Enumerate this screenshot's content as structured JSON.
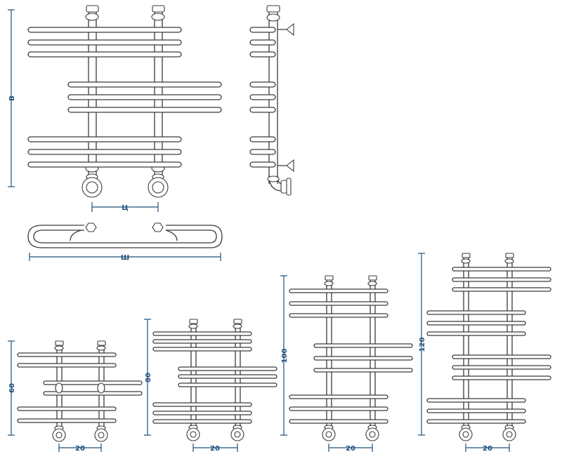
{
  "labels": {
    "height_symbol": "В",
    "center_distance_symbol": "Ц",
    "width_symbol": "Ш"
  },
  "variants": [
    {
      "height": "60",
      "center": "20"
    },
    {
      "height": "80",
      "center": "20"
    },
    {
      "height": "100",
      "center": "20"
    },
    {
      "height": "120",
      "center": "20"
    }
  ],
  "colors": {
    "line": "#3b3b3b",
    "dimension": "#1d4f7c"
  }
}
